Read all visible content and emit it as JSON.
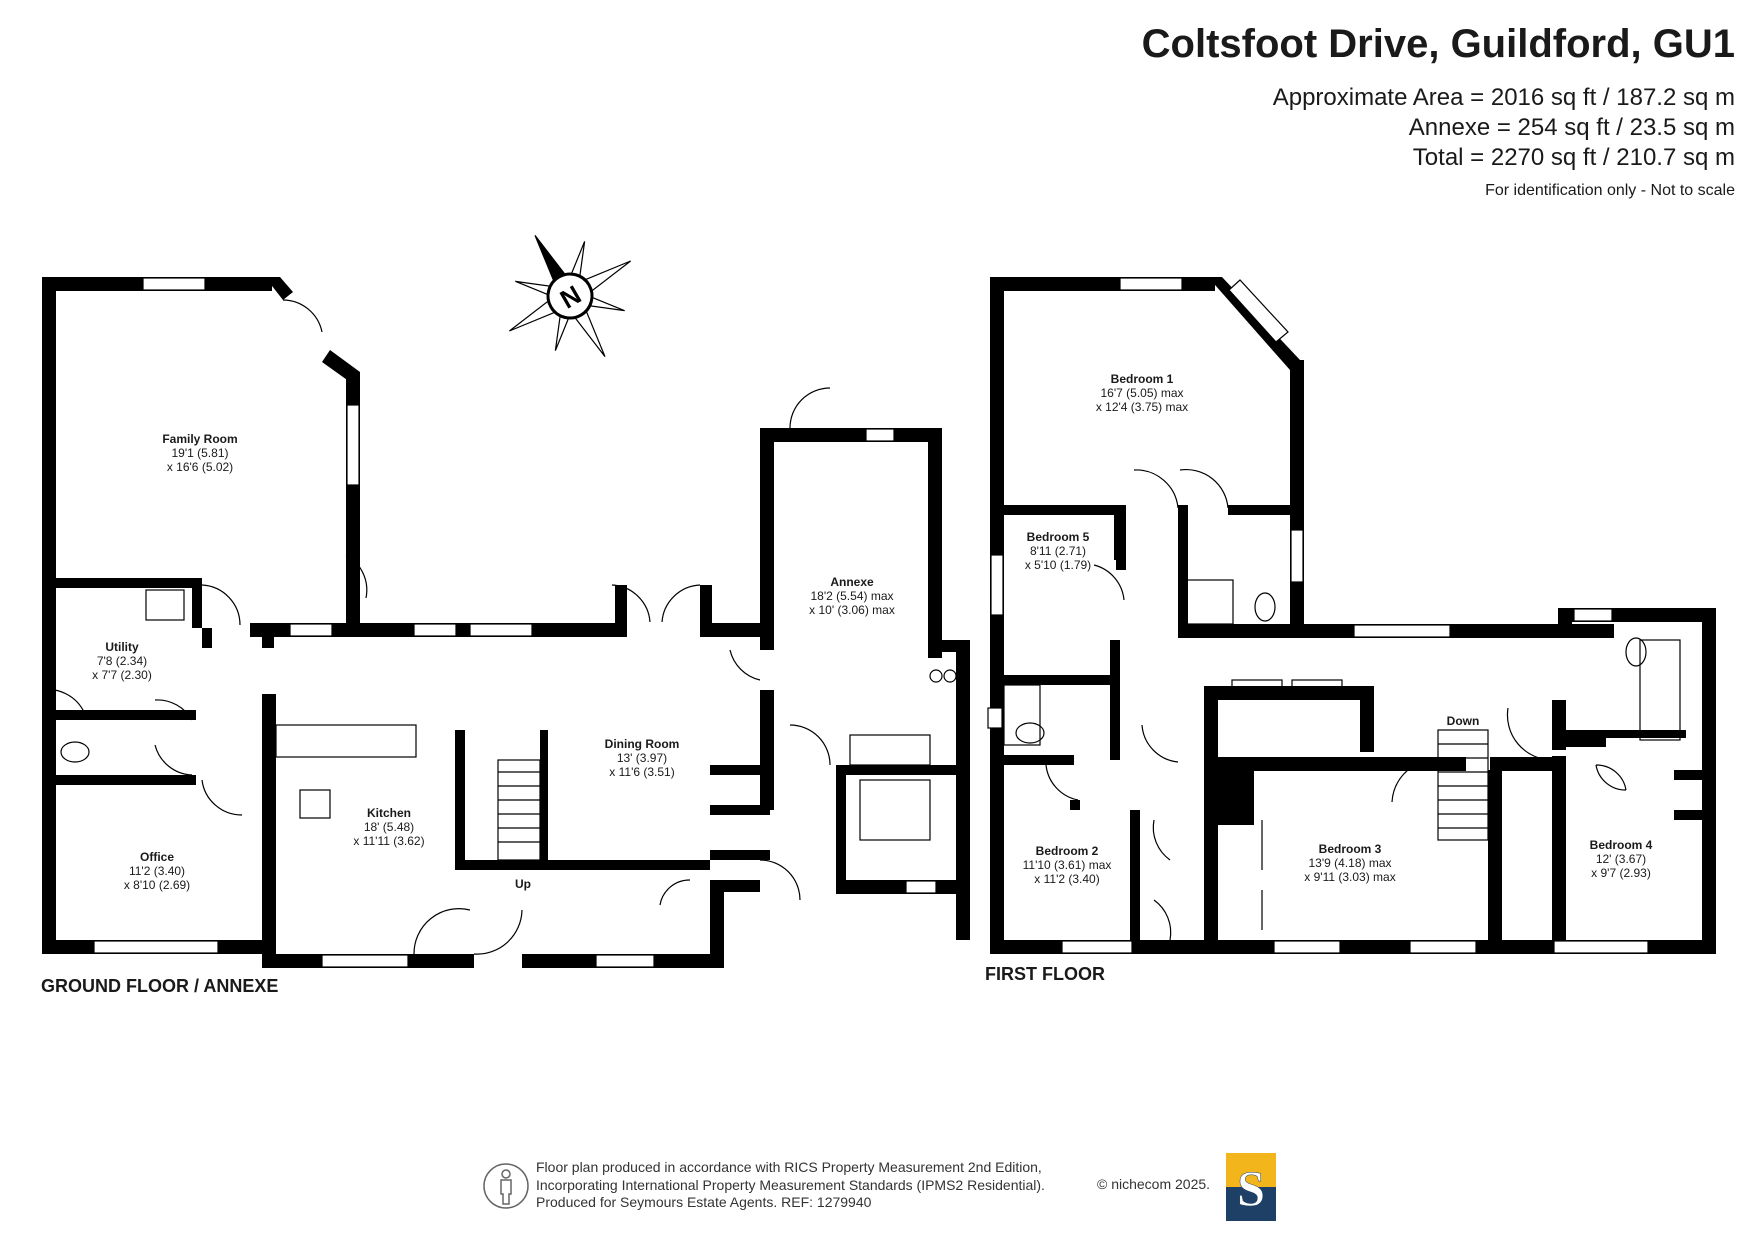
{
  "header": {
    "title": "Coltsfoot Drive, Guildford, GU1",
    "areas": [
      "Approximate Area = 2016 sq ft / 187.2 sq m",
      "Annexe = 254 sq ft / 23.5 sq m",
      "Total = 2270 sq ft / 210.7 sq m"
    ],
    "note": "For identification only - Not to scale"
  },
  "compass": {
    "letter": "N"
  },
  "ground_floor": {
    "label": "GROUND FLOOR / ANNEXE",
    "rooms": [
      {
        "name": "Family Room",
        "dims": [
          "19'1 (5.81)",
          "x 16'6 (5.02)"
        ]
      },
      {
        "name": "Utility",
        "dims": [
          "7'8 (2.34)",
          "x 7'7 (2.30)"
        ]
      },
      {
        "name": "Office",
        "dims": [
          "11'2 (3.40)",
          "x 8'10 (2.69)"
        ]
      },
      {
        "name": "Kitchen",
        "dims": [
          "18' (5.48)",
          "x 11'11 (3.62)"
        ]
      },
      {
        "name": "Dining Room",
        "dims": [
          "13' (3.97)",
          "x 11'6 (3.51)"
        ]
      },
      {
        "name": "Annexe",
        "dims": [
          "18'2 (5.54) max",
          "x 10' (3.06) max"
        ]
      }
    ],
    "stairs_label": "Up"
  },
  "first_floor": {
    "label": "FIRST FLOOR",
    "rooms": [
      {
        "name": "Bedroom 1",
        "dims": [
          "16'7 (5.05) max",
          "x 12'4 (3.75) max"
        ]
      },
      {
        "name": "Bedroom 5",
        "dims": [
          "8'11 (2.71)",
          "x 5'10 (1.79)"
        ]
      },
      {
        "name": "Bedroom 2",
        "dims": [
          "11'10 (3.61) max",
          "x 11'2 (3.40)"
        ]
      },
      {
        "name": "Bedroom 3",
        "dims": [
          "13'9 (4.18) max",
          "x 9'11 (3.03) max"
        ]
      },
      {
        "name": "Bedroom 4",
        "dims": [
          "12' (3.67)",
          "x 9'7 (2.93)"
        ]
      }
    ],
    "stairs_label": "Down"
  },
  "footer": {
    "lines": [
      "Floor plan produced in accordance with RICS Property Measurement 2nd Edition,",
      "Incorporating International Property Measurement Standards (IPMS2 Residential)."
    ],
    "produced_for": "Produced for Seymours Estate Agents.   REF: 1279940",
    "copyright": "© nichecom 2025.",
    "logo_letter": "S",
    "logo_colors": {
      "top": "#f2b51c",
      "bottom": "#1e3f66"
    }
  }
}
